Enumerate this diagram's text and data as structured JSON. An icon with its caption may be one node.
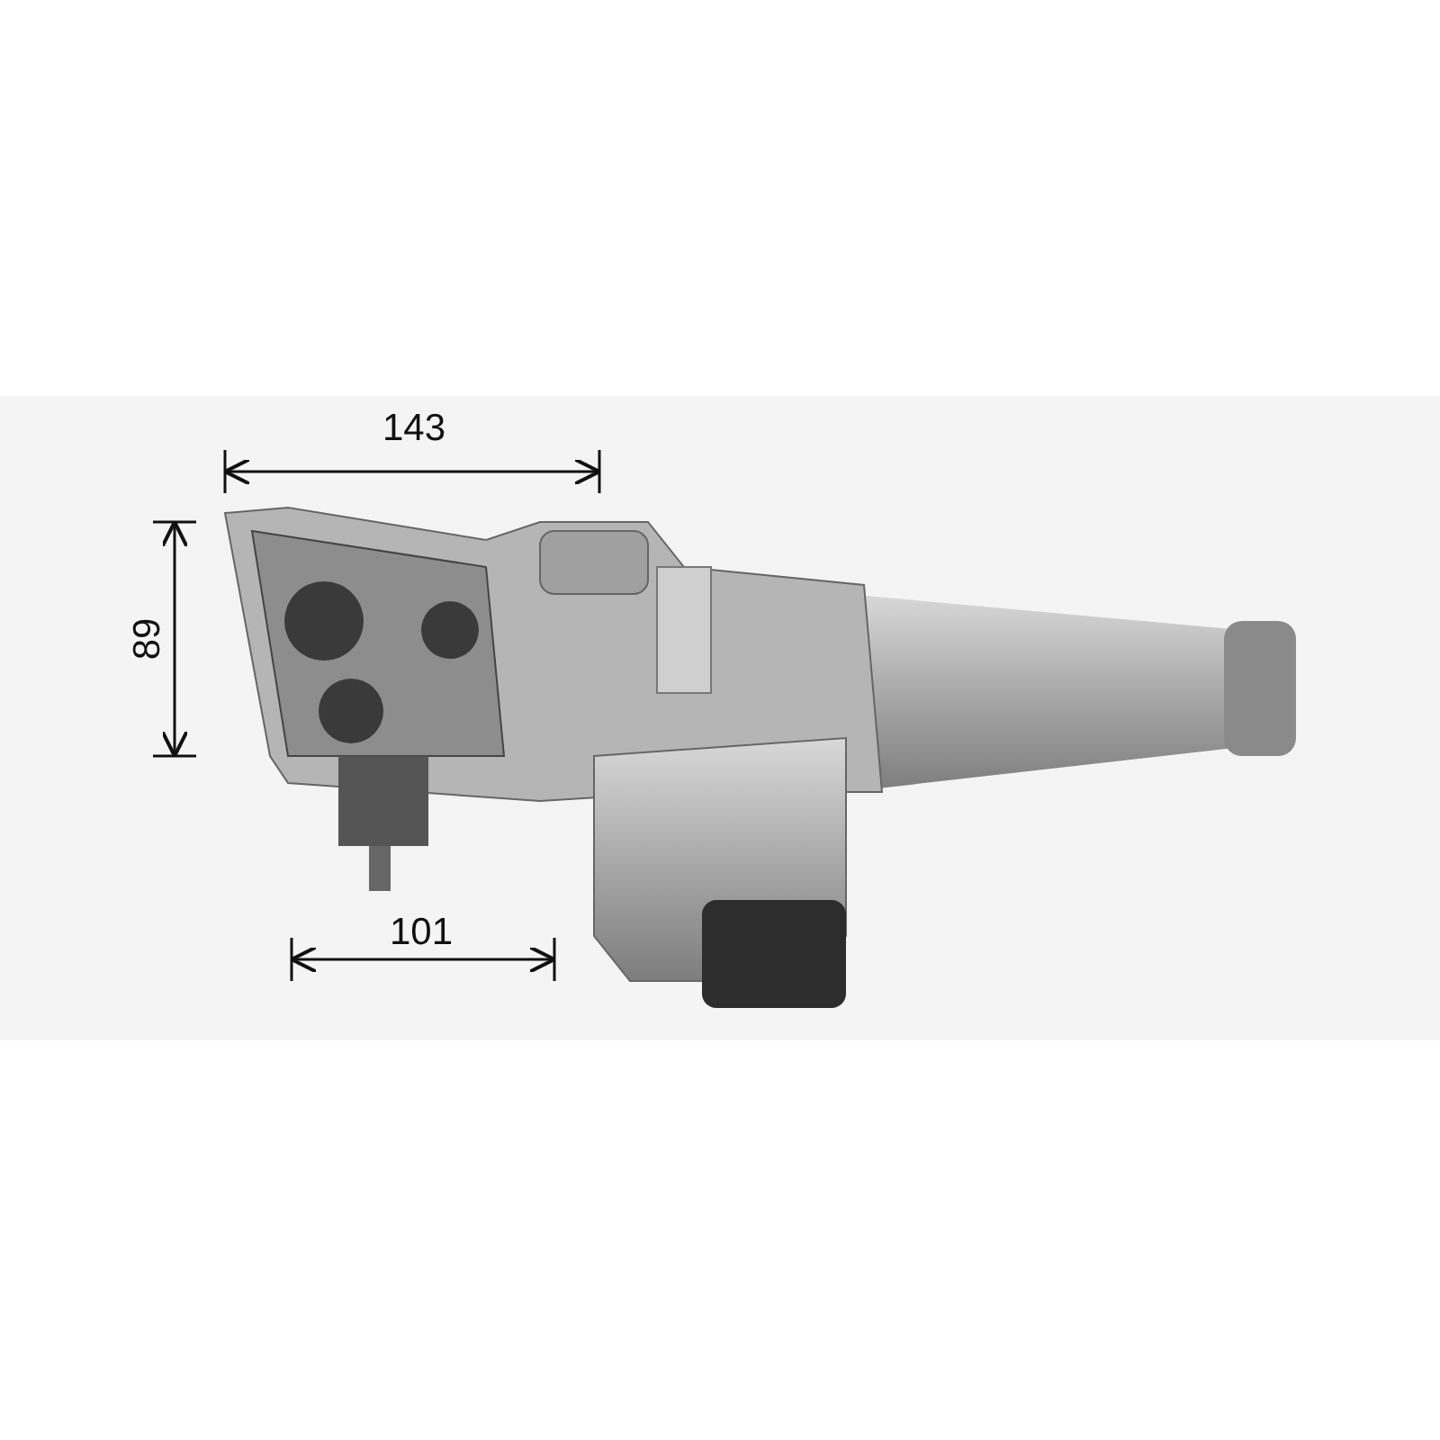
{
  "diagram": {
    "labels": [
      "143",
      "89",
      "101"
    ]
  }
}
